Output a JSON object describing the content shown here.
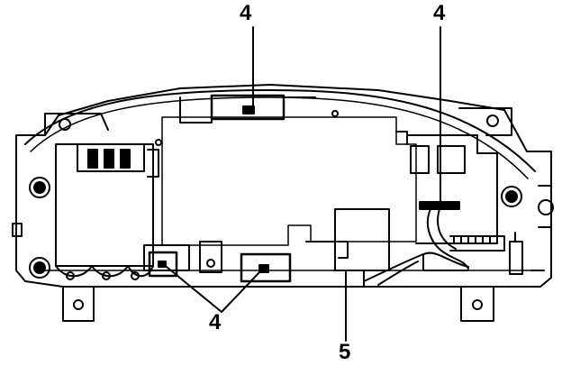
{
  "colors": {
    "ink": "#000000",
    "paper": "#ffffff"
  },
  "callouts": {
    "top": "4",
    "right": "4",
    "bottom": "4",
    "five": "5"
  }
}
